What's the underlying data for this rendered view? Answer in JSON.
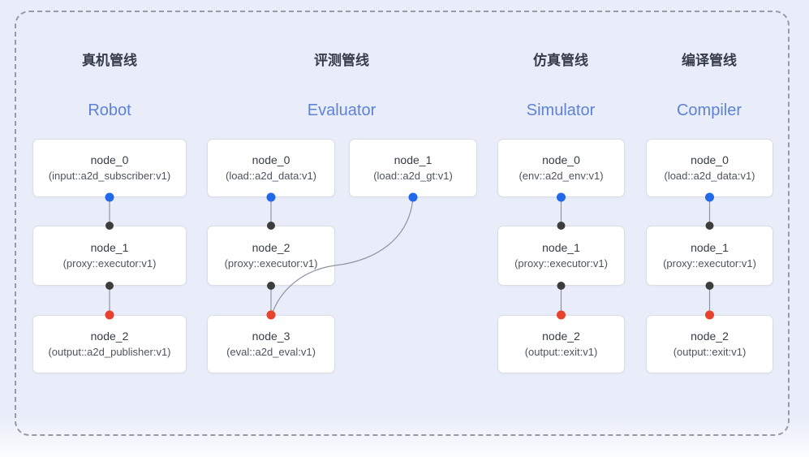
{
  "diagram": {
    "pipelines": [
      {
        "id": "robot",
        "title_zh": "真机管线",
        "title_en": "Robot",
        "nodes": [
          {
            "name": "node_0",
            "type": "(input::a2d_subscriber:v1)",
            "row": 0,
            "col": 0,
            "ports": {
              "bottom": "input"
            }
          },
          {
            "name": "node_1",
            "type": "(proxy::executor:v1)",
            "row": 1,
            "col": 0,
            "ports": {
              "top": "mid",
              "bottom": "mid"
            }
          },
          {
            "name": "node_2",
            "type": "(output::a2d_publisher:v1)",
            "row": 2,
            "col": 0,
            "ports": {
              "top": "output"
            }
          }
        ],
        "edges": [
          {
            "from": 0,
            "to": 1,
            "shape": "straight"
          },
          {
            "from": 1,
            "to": 2,
            "shape": "straight"
          }
        ]
      },
      {
        "id": "evaluator",
        "title_zh": "评测管线",
        "title_en": "Evaluator",
        "nodes": [
          {
            "name": "node_0",
            "type": "(load::a2d_data:v1)",
            "row": 0,
            "col": 0,
            "ports": {
              "bottom": "input"
            }
          },
          {
            "name": "node_1",
            "type": "(load::a2d_gt:v1)",
            "row": 0,
            "col": 1,
            "ports": {
              "bottom": "input"
            }
          },
          {
            "name": "node_2",
            "type": "(proxy::executor:v1)",
            "row": 1,
            "col": 0,
            "ports": {
              "top": "mid",
              "bottom": "mid"
            }
          },
          {
            "name": "node_3",
            "type": "(eval::a2d_eval:v1)",
            "row": 2,
            "col": 0,
            "ports": {
              "top": "output"
            }
          }
        ],
        "edges": [
          {
            "from": 0,
            "to": 2,
            "shape": "straight"
          },
          {
            "from": 2,
            "to": 3,
            "shape": "straight"
          },
          {
            "from": 1,
            "to": 3,
            "shape": "curve"
          }
        ]
      },
      {
        "id": "simulator",
        "title_zh": "仿真管线",
        "title_en": "Simulator",
        "nodes": [
          {
            "name": "node_0",
            "type": "(env::a2d_env:v1)",
            "row": 0,
            "col": 0,
            "ports": {
              "bottom": "input"
            }
          },
          {
            "name": "node_1",
            "type": "(proxy::executor:v1)",
            "row": 1,
            "col": 0,
            "ports": {
              "top": "mid",
              "bottom": "mid"
            }
          },
          {
            "name": "node_2",
            "type": "(output::exit:v1)",
            "row": 2,
            "col": 0,
            "ports": {
              "top": "output"
            }
          }
        ],
        "edges": [
          {
            "from": 0,
            "to": 1,
            "shape": "straight"
          },
          {
            "from": 1,
            "to": 2,
            "shape": "straight"
          }
        ]
      },
      {
        "id": "compiler",
        "title_zh": "编译管线",
        "title_en": "Compiler",
        "nodes": [
          {
            "name": "node_0",
            "type": "(load::a2d_data:v1)",
            "row": 0,
            "col": 0,
            "ports": {
              "bottom": "input"
            }
          },
          {
            "name": "node_1",
            "type": "(proxy::executor:v1)",
            "row": 1,
            "col": 0,
            "ports": {
              "top": "mid",
              "bottom": "mid"
            }
          },
          {
            "name": "node_2",
            "type": "(output::exit:v1)",
            "row": 2,
            "col": 0,
            "ports": {
              "top": "output"
            }
          }
        ],
        "edges": [
          {
            "from": 0,
            "to": 1,
            "shape": "straight"
          },
          {
            "from": 1,
            "to": 2,
            "shape": "straight"
          }
        ]
      }
    ],
    "colors": {
      "input_port": "#2169e8",
      "mid_port": "#3d3d3d",
      "output_port": "#e8422e",
      "edge": "#8e95a2",
      "title_zh": "#363c48",
      "title_en": "#5e82d8",
      "canvas": "#e9edf9",
      "frame_border": "#969ba6",
      "node_bg": "#ffffff",
      "node_border": "#d9dde5"
    }
  }
}
